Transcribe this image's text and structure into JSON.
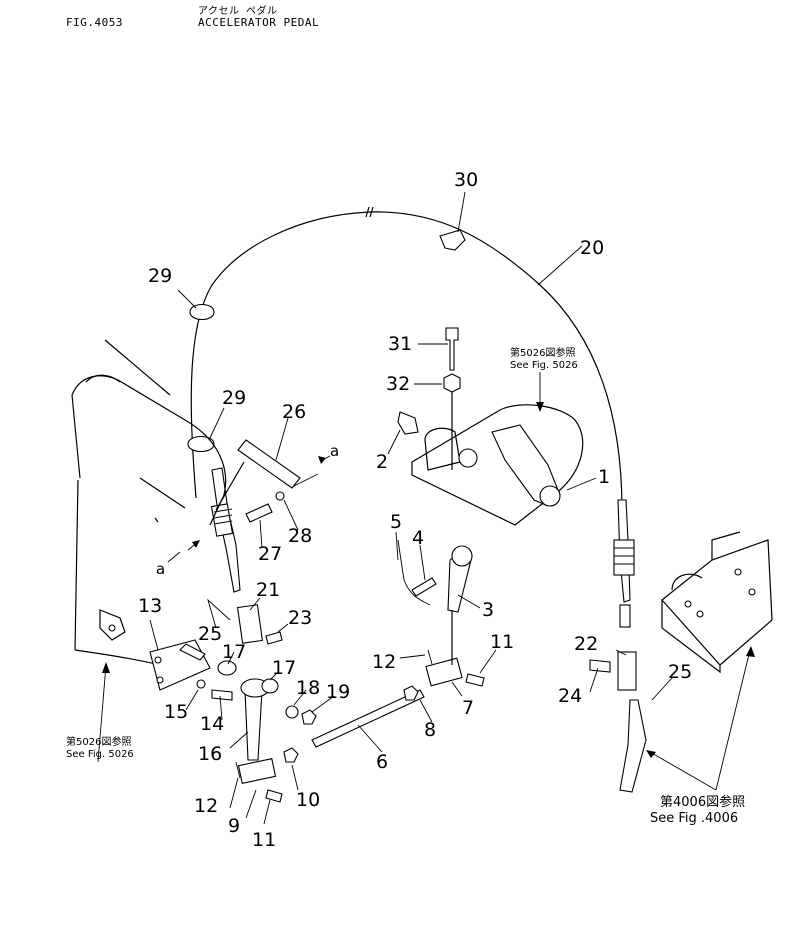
{
  "header": {
    "figure_id": "FIG.4053",
    "title_jp": "アクセル ペダル",
    "title_en": "ACCELERATOR PEDAL"
  },
  "callouts": [
    "1",
    "2",
    "3",
    "4",
    "5",
    "6",
    "7",
    "8",
    "9",
    "10",
    "11",
    "11",
    "12",
    "12",
    "13",
    "14",
    "15",
    "16",
    "17",
    "17",
    "18",
    "19",
    "20",
    "21",
    "22",
    "23",
    "24",
    "25",
    "25",
    "26",
    "27",
    "28",
    "29",
    "29",
    "30",
    "31",
    "32"
  ],
  "connectors": [
    "a",
    "a"
  ],
  "references": {
    "fig5026_top_jp": "第5026図参照",
    "fig5026_top_en": "See Fig. 5026",
    "fig5026_left_jp": "第5026図参照",
    "fig5026_left_en": "See Fig. 5026",
    "fig4006_jp": "第4006図参照",
    "fig4006_en": "See Fig .4006"
  }
}
